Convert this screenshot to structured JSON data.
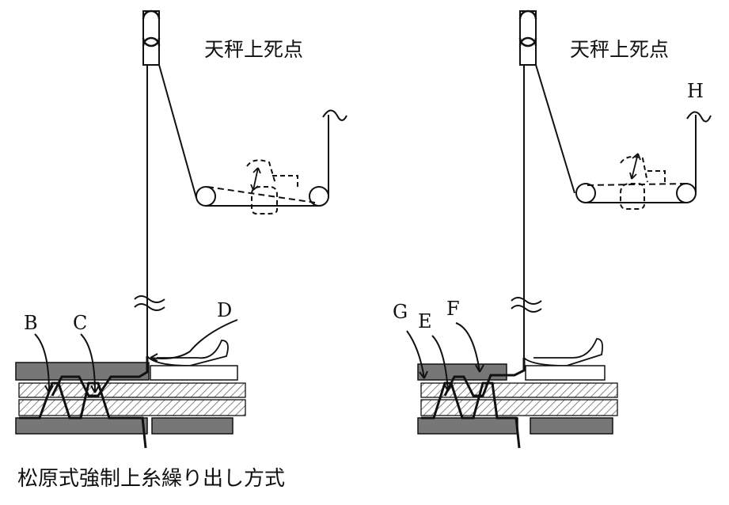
{
  "left_panel": {
    "title": "天秤上死点",
    "labels": {
      "b": "B",
      "c": "C",
      "d": "D"
    }
  },
  "right_panel": {
    "title": "天秤上死点",
    "labels": {
      "g": "G",
      "e": "E",
      "f": "F",
      "h": "H"
    }
  },
  "caption": "松原式強制上糸繰り出し方式",
  "colors": {
    "line": "#111111",
    "plate": "#777777",
    "hatch": "#666666"
  }
}
